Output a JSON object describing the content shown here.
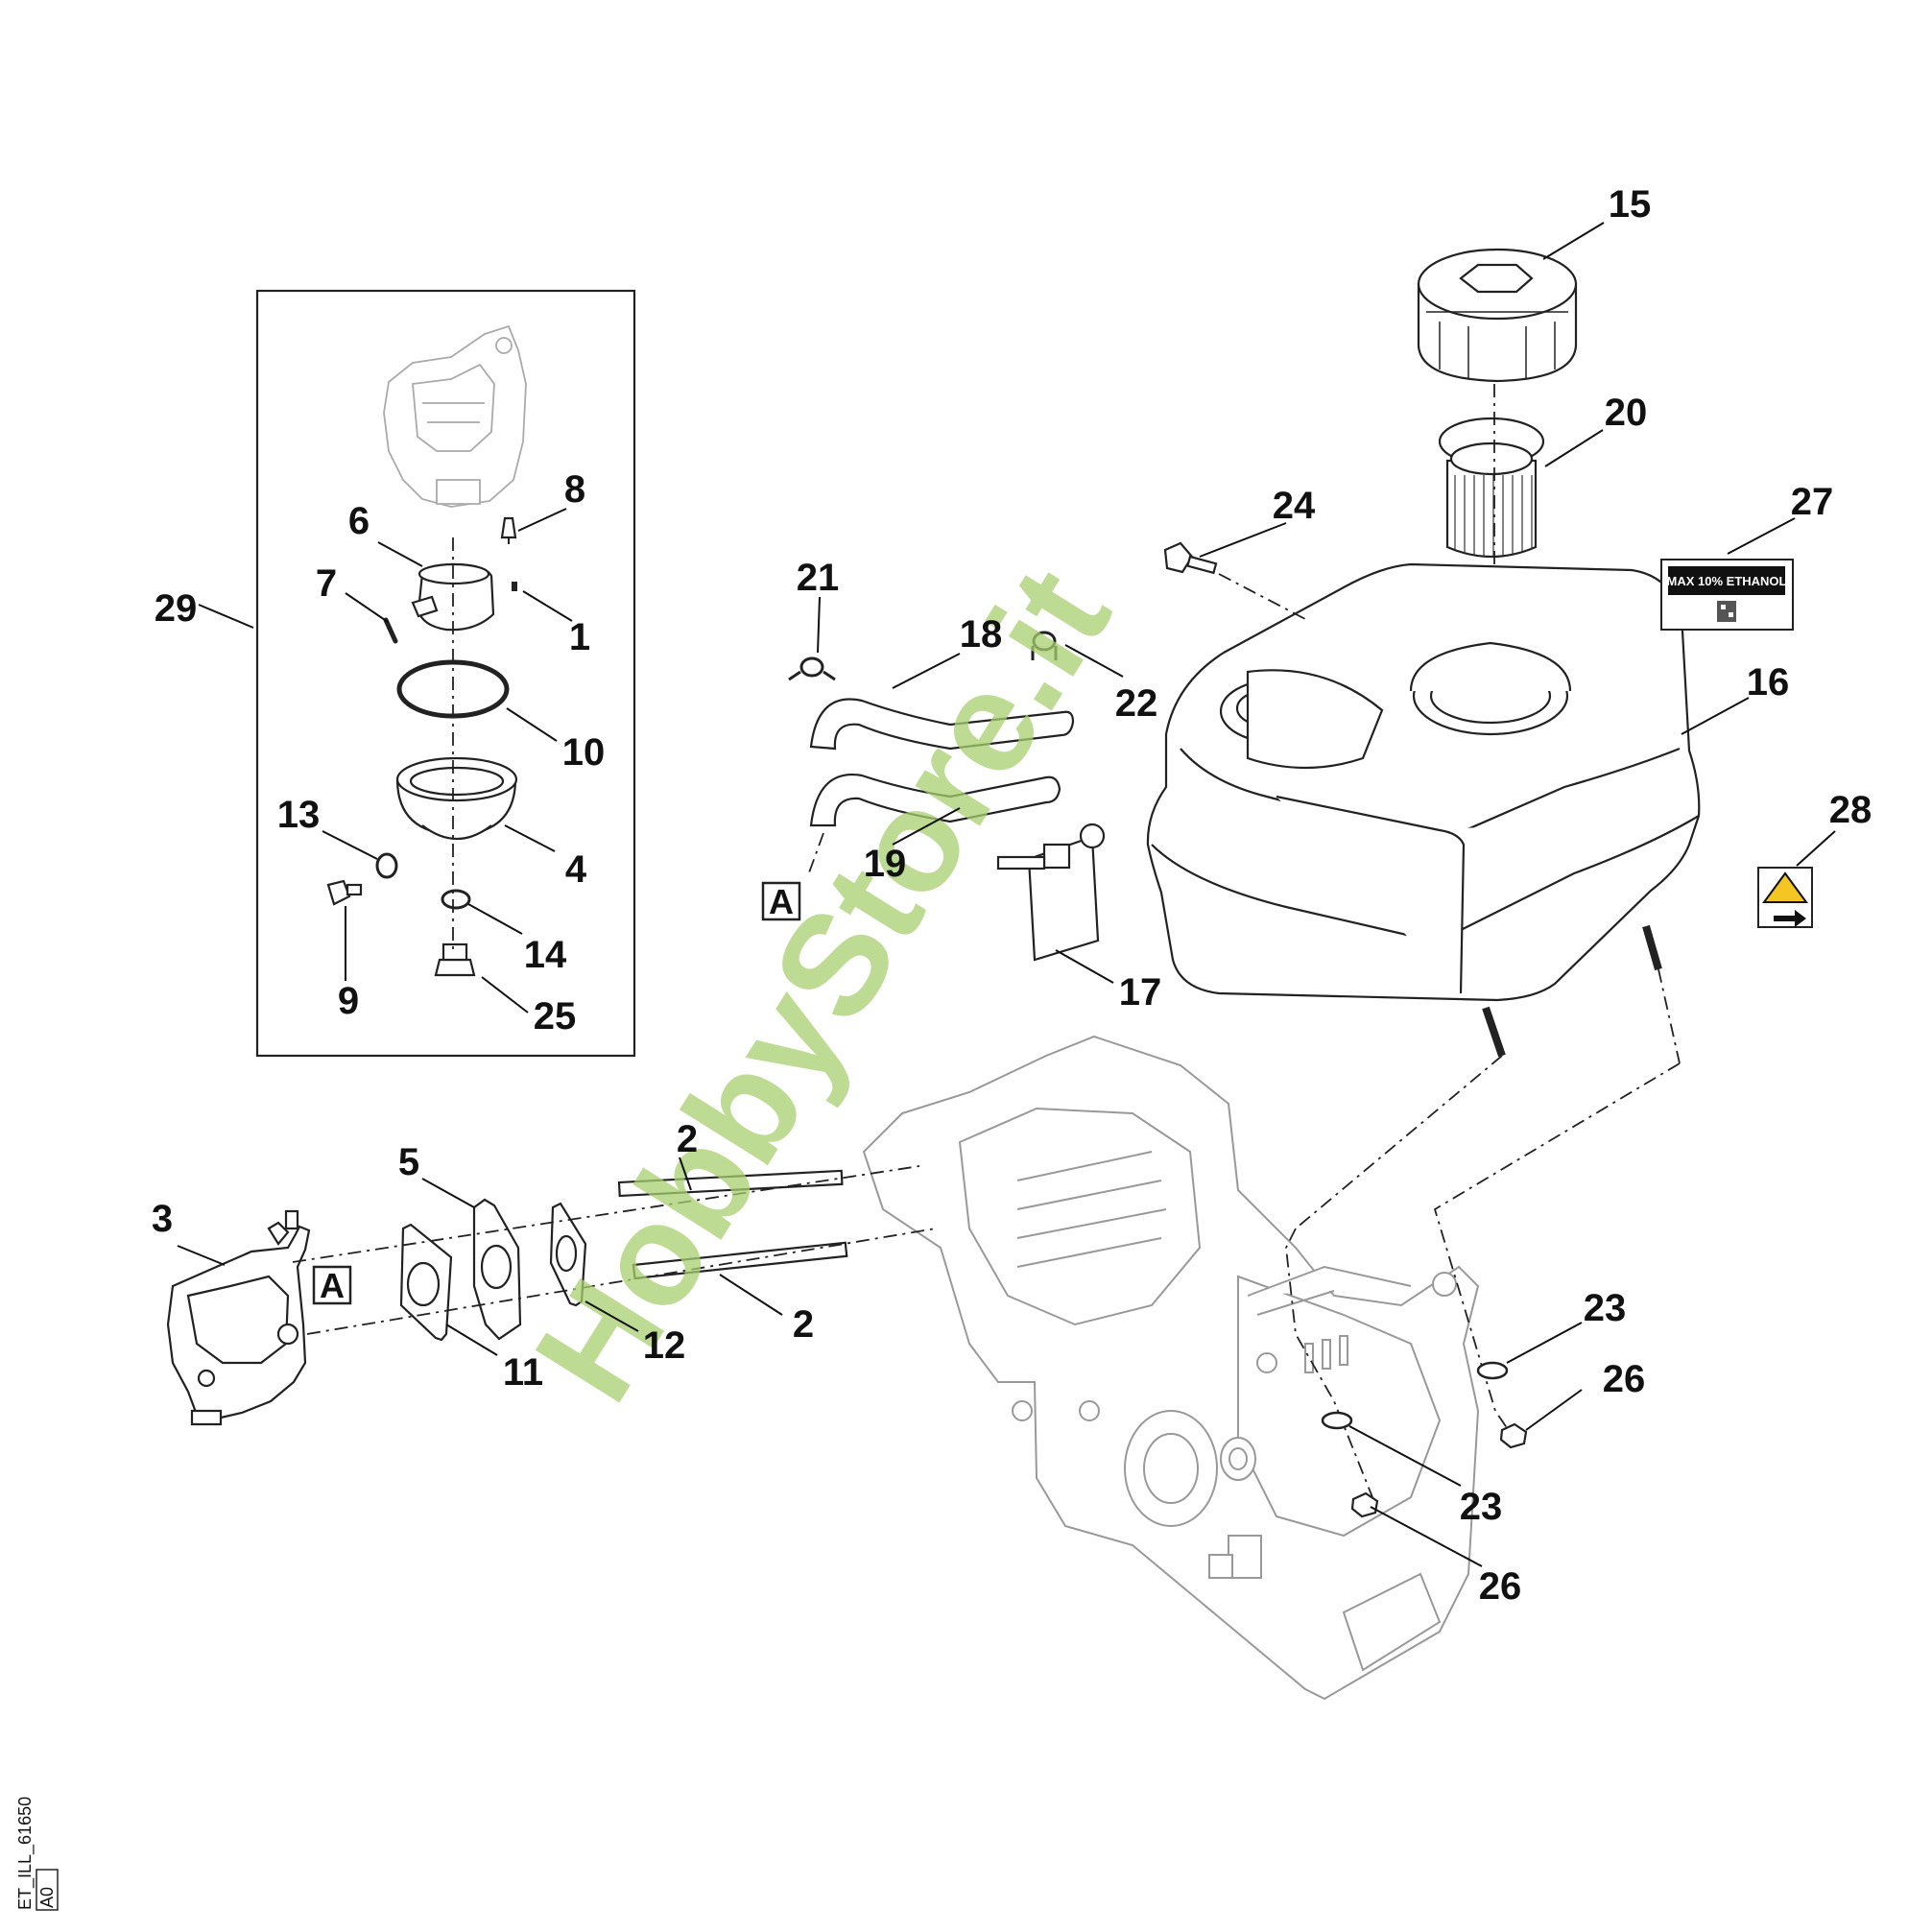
{
  "diagram": {
    "drawing_id": "ET_ILL_61650",
    "revision": "A0",
    "watermark": "HobbyStore.it",
    "ethanol_label": "MAX 10% ETHANOL",
    "reference_marker": "A",
    "callouts": {
      "c1": "1",
      "c2a": "2",
      "c2b": "2",
      "c3": "3",
      "c4": "4",
      "c5": "5",
      "c6": "6",
      "c7": "7",
      "c8": "8",
      "c9": "9",
      "c10": "10",
      "c11": "11",
      "c12": "12",
      "c13": "13",
      "c14": "14",
      "c15": "15",
      "c16": "16",
      "c17": "17",
      "c18": "18",
      "c19": "19",
      "c20": "20",
      "c21": "21",
      "c22": "22",
      "c23a": "23",
      "c23b": "23",
      "c24": "24",
      "c25": "25",
      "c26a": "26",
      "c26b": "26",
      "c27": "27",
      "c28": "28",
      "c29": "29"
    }
  }
}
